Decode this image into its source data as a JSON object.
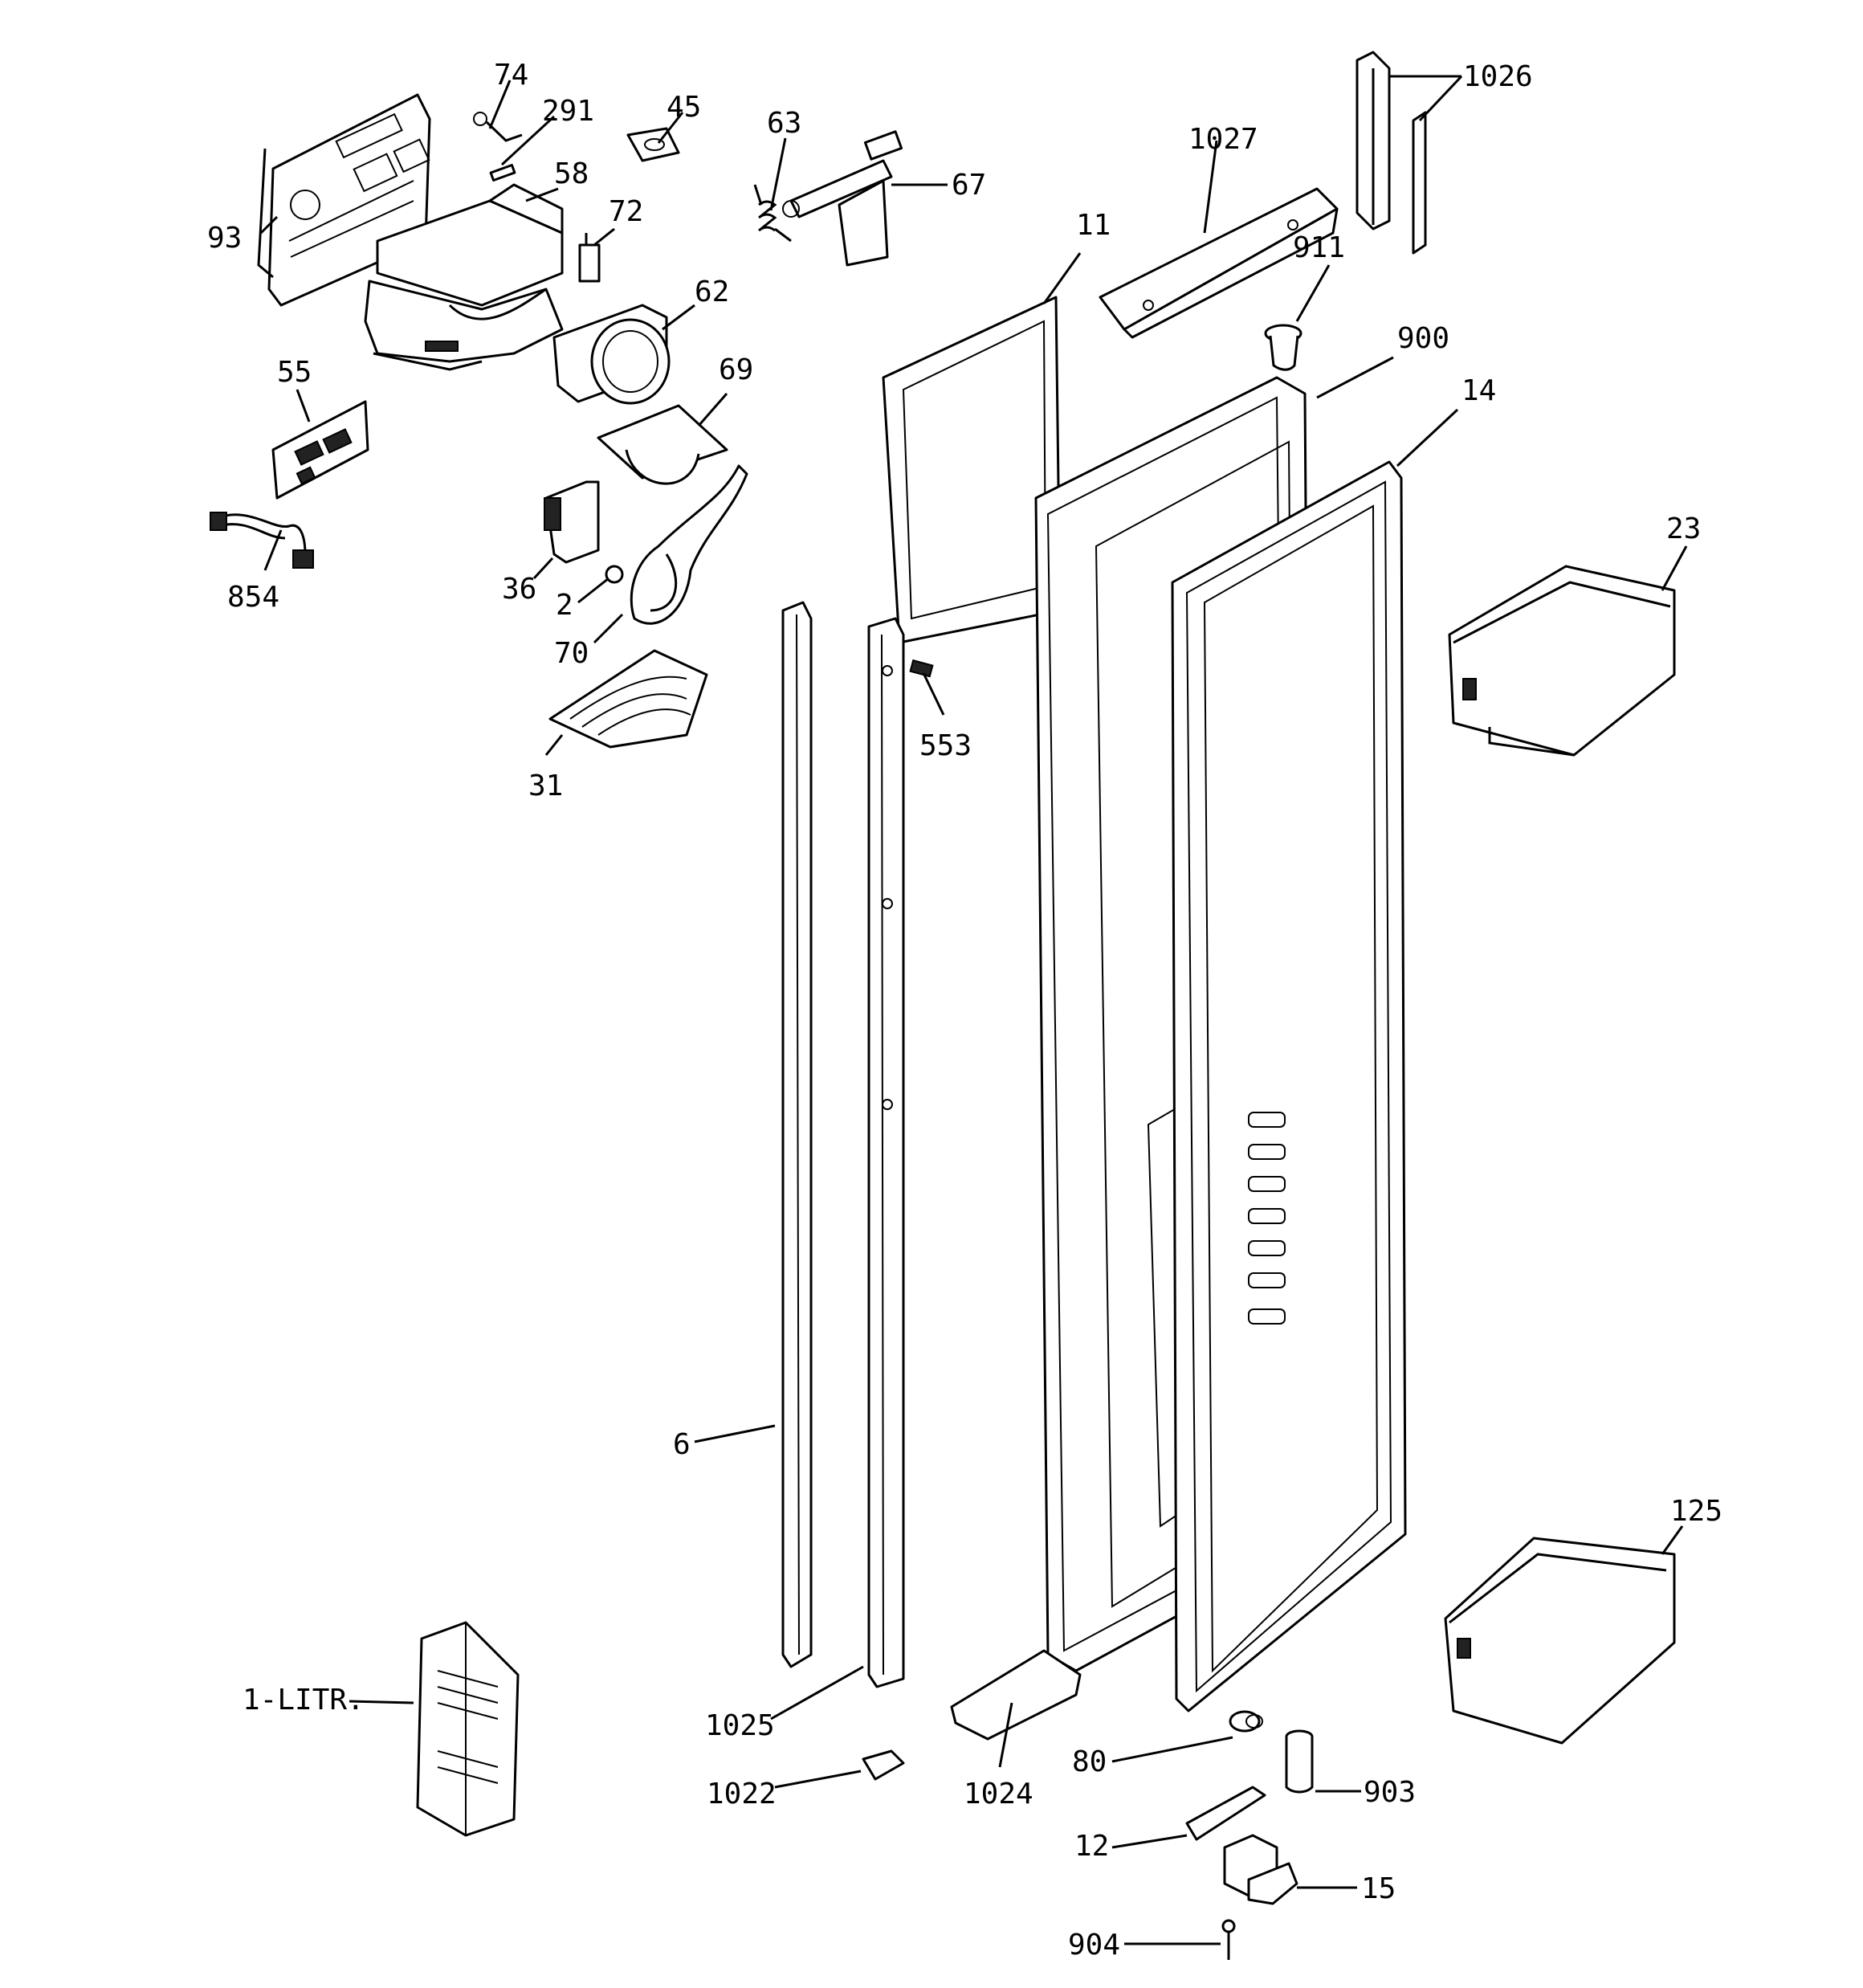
{
  "labels": {
    "p74": "74",
    "p291": "291",
    "p45": "45",
    "p63": "63",
    "p67": "67",
    "p1026": "1026",
    "p1027": "1027",
    "p58": "58",
    "p72": "72",
    "p93": "93",
    "p11": "11",
    "p911": "911",
    "p62": "62",
    "p900": "900",
    "p55": "55",
    "p69": "69",
    "p14": "14",
    "p23": "23",
    "p36": "36",
    "p2": "2",
    "p854": "854",
    "p70": "70",
    "p553": "553",
    "p31": "31",
    "p6": "6",
    "p125": "125",
    "p1litr": "1-LITR.",
    "p1025": "1025",
    "p80": "80",
    "p903": "903",
    "p1022": "1022",
    "p1024": "1024",
    "p12": "12",
    "p15": "15",
    "p904": "904"
  }
}
